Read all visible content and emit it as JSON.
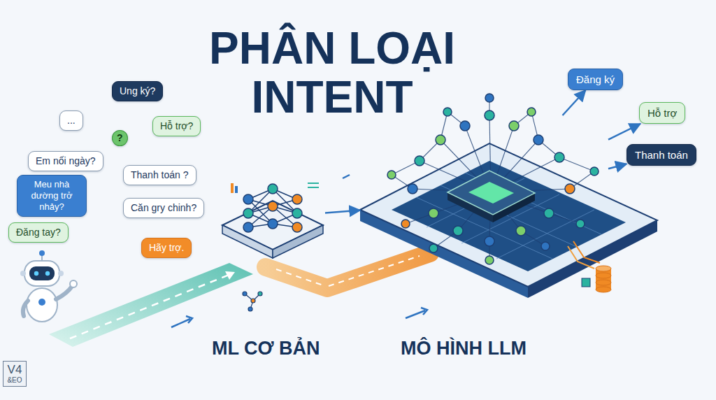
{
  "diagram": {
    "title": "PHÂN LOẠI INTENT",
    "nodes": [
      {
        "text": [
          "..."
        ]
      },
      {
        "text": [
          "Ung ký?"
        ]
      },
      {
        "text": [
          "Em nối ngày?"
        ]
      },
      {
        "text": [
          "Hỗ trợ?"
        ]
      },
      {
        "text": [
          "?"
        ]
      },
      {
        "text": [
          "Meu nhà dường trở nhảy?"
        ]
      },
      {
        "text": [
          "Thanh toán ?"
        ]
      },
      {
        "text": [
          "Căn gry chinh?"
        ]
      },
      {
        "text": [
          "Đăng tay?"
        ]
      },
      {
        "text": [
          "Hãy trợ."
        ]
      },
      {
        "text": [
          "ML CƠ BẢN"
        ]
      },
      {
        "text": [
          "MÔ HÌNH LLM"
        ]
      },
      {
        "text": [
          "Đăng ký"
        ]
      },
      {
        "text": [
          "Hỗ trợ"
        ]
      },
      {
        "text": [
          "Thanh toán"
        ]
      }
    ],
    "edges": [
      {
        "from": 10,
        "to": 11,
        "arrow": "to"
      },
      {
        "from": 11,
        "to": 12,
        "arrow": "to"
      },
      {
        "from": 11,
        "to": 13,
        "arrow": "to"
      },
      {
        "from": 11,
        "to": 14,
        "arrow": "to"
      }
    ],
    "labels": [
      "V4",
      "&EO"
    ]
  }
}
